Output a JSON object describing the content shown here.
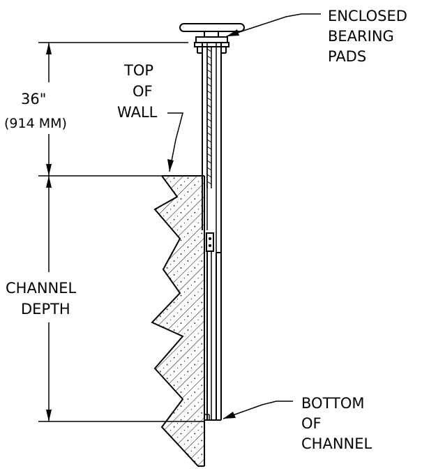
{
  "labels": {
    "enclosed_1": "ENCLOSED",
    "enclosed_2": "BEARING",
    "enclosed_3": "PADS",
    "top_1": "TOP",
    "top_2": "OF",
    "top_3": "WALL",
    "dim_imperial": "36\"",
    "dim_metric": "(914 MM)",
    "channel_1": "CHANNEL",
    "channel_2": "DEPTH",
    "bottom_1": "BOTTOM",
    "bottom_2": "OF",
    "bottom_3": "CHANNEL"
  }
}
